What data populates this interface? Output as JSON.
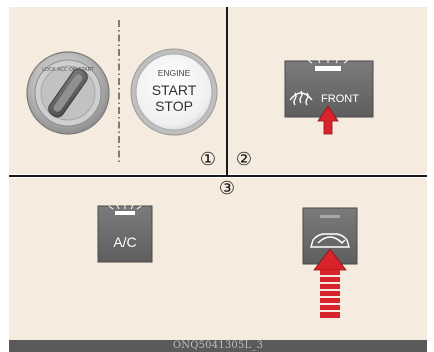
{
  "engine_button": {
    "line1": "ENGINE",
    "line2": "START",
    "line3": "STOP"
  },
  "steps": [
    "①",
    "②",
    "③"
  ],
  "front_defrost_button": {
    "label": "FRONT",
    "icon": "front-defrost-icon"
  },
  "ac_button": {
    "label": "A/C",
    "indicator": "on"
  },
  "recirculation_button": {
    "icon": "air-recirculation-icon",
    "indicator": "off"
  },
  "footer": {
    "code": "ONQ5041305L_3"
  },
  "colors": {
    "panel_background": "#f5ebdf",
    "divider": "#1a1a1a",
    "button_face": "#6e6e6e",
    "arrow": "#d8232a",
    "indicator_lit": "#ffffff",
    "footer_bar": "#5a5a5a"
  }
}
